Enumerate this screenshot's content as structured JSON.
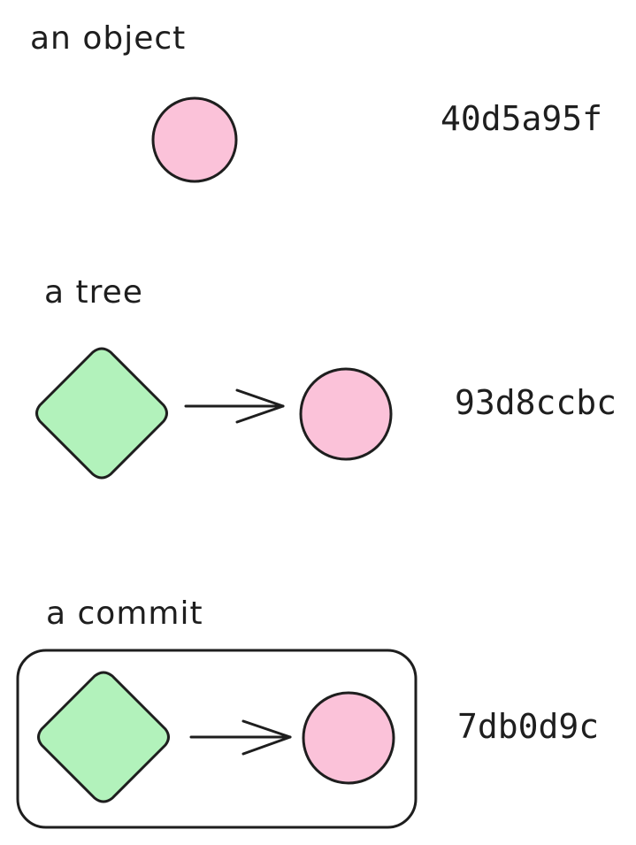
{
  "sections": {
    "object": {
      "title": "an object",
      "hash": "40d5a95f"
    },
    "tree": {
      "title": "a tree",
      "hash": "93d8ccbc"
    },
    "commit": {
      "title": "a commit",
      "hash": "7db0d9c"
    }
  },
  "colors": {
    "blob_fill": "#fbc2d9",
    "tree_fill": "#b2f2bb",
    "stroke": "#1e1e1e",
    "background": "#ffffff"
  }
}
